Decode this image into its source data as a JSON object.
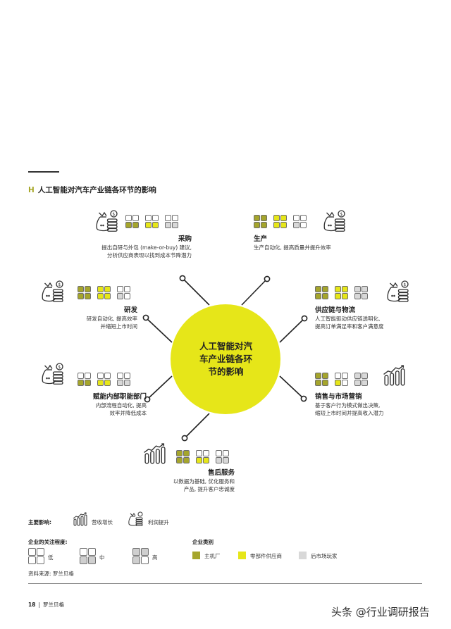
{
  "header": {
    "letter": "H",
    "title": "人工智能对汽车产业链各环节的影响"
  },
  "colors": {
    "oem": "#a5a52c",
    "supplier": "#e6e619",
    "aftermarket": "#d8d8d8",
    "hub": "#e6e619",
    "line": "#222222"
  },
  "hub": {
    "lines": [
      "人工智能对汽",
      "车产业链各环",
      "节的影响"
    ]
  },
  "nodes": [
    {
      "id": "procurement",
      "icon": "money-bag-icon",
      "title": "采购",
      "desc": [
        "提出自研与外包 (make-or-buy) 建议,",
        "分析供应商表现以找到成本节降潜力"
      ],
      "grids": {
        "oem": [
          0,
          0,
          1,
          1
        ],
        "supplier": [
          0,
          0,
          1,
          1
        ],
        "aftermarket": [
          0,
          0,
          1,
          1
        ]
      }
    },
    {
      "id": "production",
      "icon": "money-bag-icon",
      "title": "生产",
      "desc": [
        "生产自动化, 提高质量并提升效率"
      ],
      "grids": {
        "oem": [
          1,
          1,
          1,
          1
        ],
        "supplier": [
          1,
          1,
          1,
          1
        ],
        "aftermarket": [
          0,
          0,
          1,
          0
        ]
      }
    },
    {
      "id": "rnd",
      "icon": "money-bag-icon",
      "title": "研发",
      "desc": [
        "研发自动化, 提高效率",
        "并缩短上市时间"
      ],
      "grids": {
        "oem": [
          1,
          1,
          1,
          1
        ],
        "supplier": [
          1,
          1,
          1,
          1
        ],
        "aftermarket": [
          0,
          0,
          1,
          0
        ]
      }
    },
    {
      "id": "supply-chain",
      "icon": "money-bag-icon",
      "title": "供应链与物流",
      "desc": [
        "人工智能驱动供应链透明化,",
        "提高订单满足率和客户满意度"
      ],
      "grids": {
        "oem": [
          1,
          1,
          1,
          1
        ],
        "supplier": [
          1,
          1,
          1,
          1
        ],
        "aftermarket": [
          1,
          1,
          1,
          1
        ]
      }
    },
    {
      "id": "internal",
      "icon": "money-bag-icon",
      "title": "赋能内部职能部门",
      "desc": [
        "内部流程自动化, 提高",
        "效率并降低成本"
      ],
      "grids": {
        "oem": [
          0,
          0,
          1,
          1
        ],
        "supplier": [
          0,
          0,
          1,
          1
        ],
        "aftermarket": [
          0,
          0,
          1,
          1
        ]
      }
    },
    {
      "id": "sales",
      "icon": "revenue-growth-icon",
      "title": "销售与市场营销",
      "desc": [
        "基于客户行为模式做出决策,",
        "缩短上市时间并提高收入潜力"
      ],
      "grids": {
        "oem": [
          1,
          1,
          1,
          1
        ],
        "supplier": [
          0,
          0,
          1,
          0
        ],
        "aftermarket": [
          1,
          1,
          1,
          1
        ]
      }
    },
    {
      "id": "aftersales",
      "icon": "revenue-growth-icon",
      "title": "售后服务",
      "desc": [
        "以数据为基础, 优化服务和",
        "产品, 提升客户忠诚度"
      ],
      "grids": {
        "oem": [
          1,
          1,
          1,
          1
        ],
        "supplier": [
          0,
          0,
          1,
          1
        ],
        "aftermarket": [
          0,
          0,
          1,
          1
        ]
      }
    }
  ],
  "legend": {
    "impact_label": "主要影响:",
    "impact_items": [
      {
        "icon": "revenue-growth-icon",
        "label": "营收增长"
      },
      {
        "icon": "money-bag-icon",
        "label": "利润提升"
      }
    ],
    "focus_label": "企业的关注程度:",
    "focus_items": [
      {
        "label": "低",
        "cells": [
          0,
          0,
          0,
          0
        ]
      },
      {
        "label": "中",
        "cells": [
          0,
          0,
          1,
          1
        ]
      },
      {
        "label": "高",
        "cells": [
          1,
          1,
          1,
          0
        ]
      }
    ],
    "category_label": "企业类别",
    "category_items": [
      {
        "key": "oem",
        "label": "主机厂"
      },
      {
        "key": "supplier",
        "label": "零部件供应商"
      },
      {
        "key": "aftermarket",
        "label": "后市场玩家"
      }
    ],
    "source": "资料来源: 罗兰贝格"
  },
  "footer": {
    "page": "18",
    "separator": "|",
    "brand": "罗兰贝格"
  },
  "watermark": "头条 @行业调研报告"
}
